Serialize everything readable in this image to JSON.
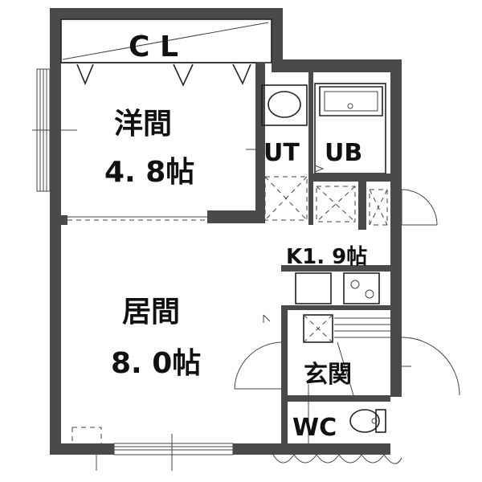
{
  "rooms": {
    "closet": "C L",
    "western_name": "洋間",
    "western_size": "4. 8帖",
    "utility": "UT",
    "unit_bath": "UB",
    "kitchen": "K1. 9帖",
    "living_name": "居間",
    "living_size": "8. 0帖",
    "entrance": "玄関",
    "toilet": "WC"
  },
  "icons": [
    "bathtub-icon",
    "washbasin-icon",
    "stove-icon",
    "sink-icon",
    "toilet-icon",
    "door-swing-icon",
    "window-icon"
  ]
}
